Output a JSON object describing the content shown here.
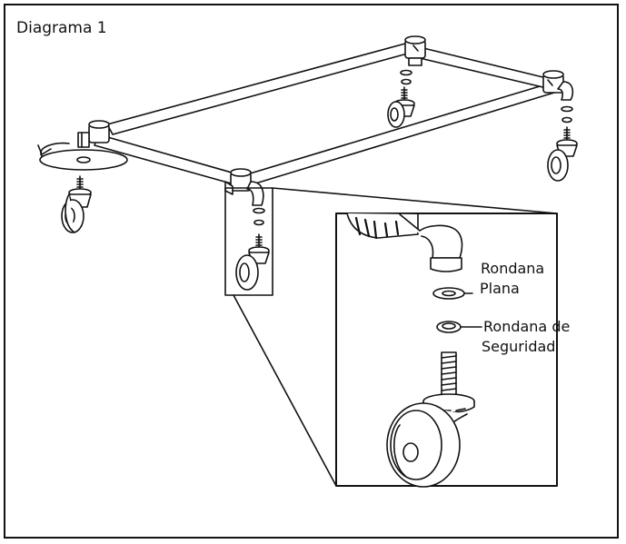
{
  "diagram": {
    "title": "Diagrama 1",
    "labels": {
      "flat_washer_line1": "Rondana",
      "flat_washer_line2": "Plana",
      "lock_washer_line1": "Rondana de",
      "lock_washer_line2": "Seguridad"
    },
    "icons": {
      "rotate": "rotate-arrow-icon",
      "caster": "caster-wheel-icon"
    }
  }
}
